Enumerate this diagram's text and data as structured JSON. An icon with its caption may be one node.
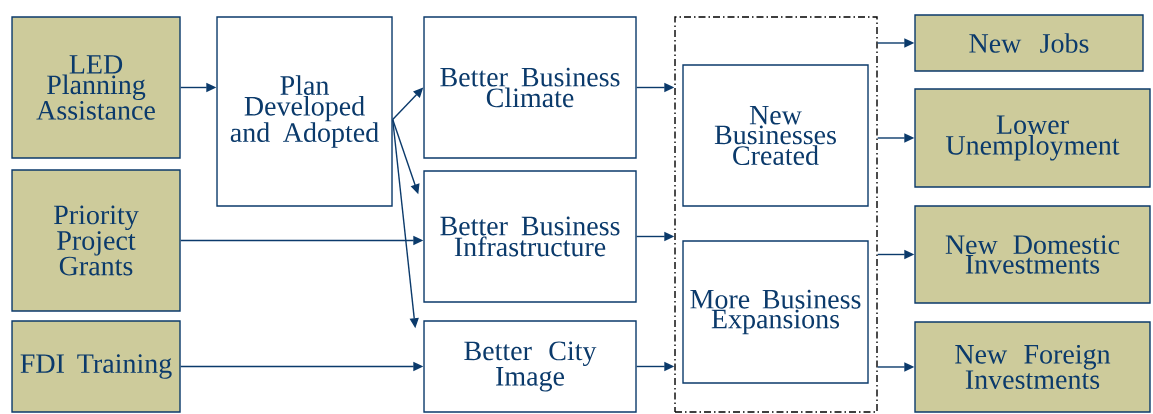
{
  "diagram": {
    "nodes": [
      {
        "text": [
          "LED Planning Assistance"
        ]
      },
      {
        "text": [
          "Priority Project Grants"
        ]
      },
      {
        "text": [
          "FDI Training"
        ]
      },
      {
        "text": [
          "Plan Developed and Adopted"
        ]
      },
      {
        "text": [
          "Better Business Climate"
        ]
      },
      {
        "text": [
          "Better Business Infrastructure"
        ]
      },
      {
        "text": [
          "Better City Image"
        ]
      },
      {
        "text": [],
        "shape": "box"
      },
      {
        "text": [
          "New Businesses Created"
        ],
        "in": 7
      },
      {
        "text": [
          "More Business Expansions"
        ],
        "in": 7
      },
      {
        "text": [
          "New Jobs"
        ]
      },
      {
        "text": [
          "Lower Unemployment"
        ]
      },
      {
        "text": [
          "New Domestic Investments"
        ]
      },
      {
        "text": [
          "New Foreign Investments"
        ]
      }
    ],
    "edges": [
      {
        "from": 0,
        "to": 3,
        "arrow": "to"
      },
      {
        "from": 3,
        "to": 4,
        "arrow": "to"
      },
      {
        "from": 3,
        "to": 5,
        "arrow": "to"
      },
      {
        "from": 3,
        "to": 6,
        "arrow": "to"
      },
      {
        "from": 1,
        "to": 5,
        "arrow": "to"
      },
      {
        "from": 2,
        "to": 6,
        "arrow": "to"
      },
      {
        "from": 4,
        "to": 7,
        "arrow": "to"
      },
      {
        "from": 5,
        "to": 7,
        "arrow": "to"
      },
      {
        "from": 6,
        "to": 7,
        "arrow": "to"
      },
      {
        "from": 7,
        "to": 10,
        "arrow": "to"
      },
      {
        "from": 7,
        "to": 11,
        "arrow": "to"
      },
      {
        "from": 7,
        "to": 12,
        "arrow": "to"
      },
      {
        "from": 7,
        "to": 13,
        "arrow": "to"
      }
    ]
  }
}
